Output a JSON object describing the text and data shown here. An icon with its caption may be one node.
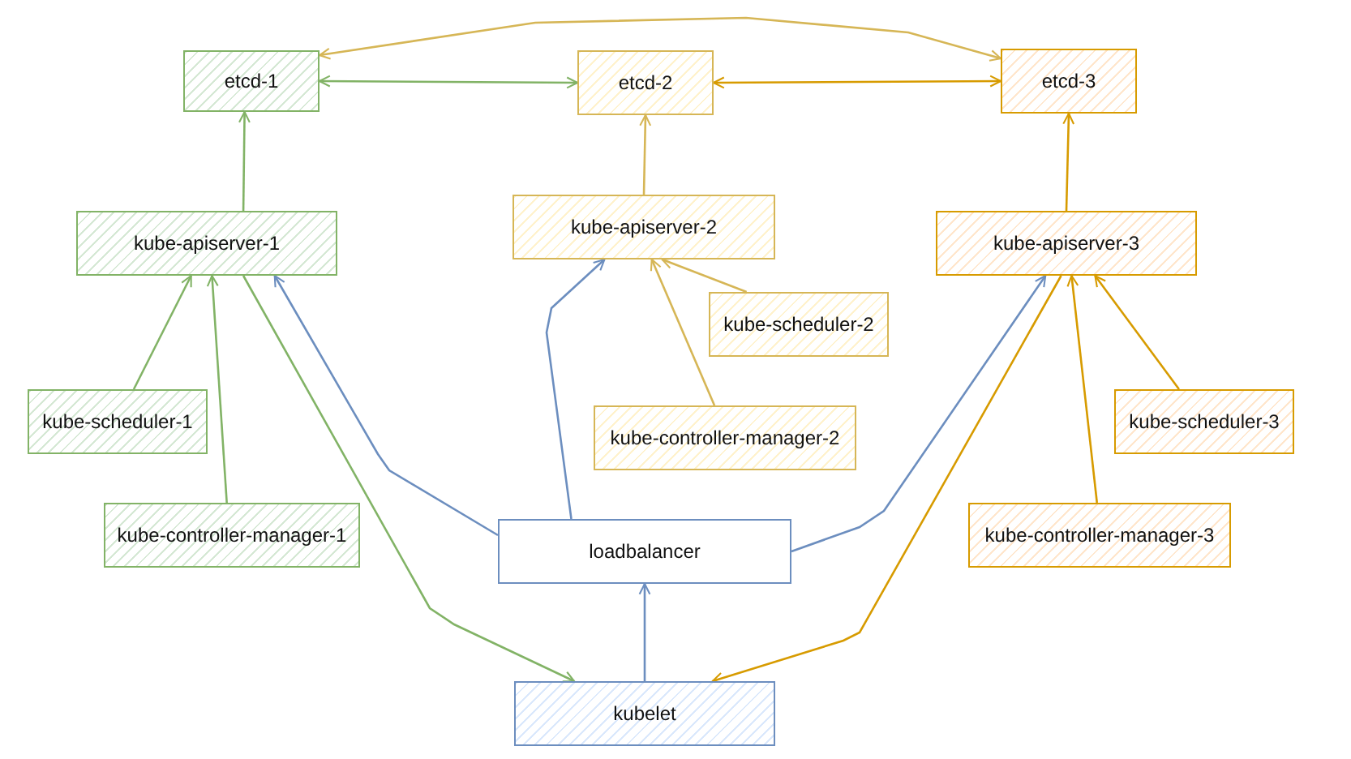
{
  "diagram": {
    "nodes": [
      {
        "text": [
          "etcd-1"
        ]
      },
      {
        "text": [
          "etcd-2"
        ]
      },
      {
        "text": [
          "etcd-3"
        ]
      },
      {
        "text": [
          "kube-apiserver-1"
        ]
      },
      {
        "text": [
          "kube-apiserver-2"
        ]
      },
      {
        "text": [
          "kube-apiserver-3"
        ]
      },
      {
        "text": [
          "kube-scheduler-2"
        ]
      },
      {
        "text": [
          "kube-scheduler-1"
        ]
      },
      {
        "text": [
          "kube-controller-manager-2"
        ]
      },
      {
        "text": [
          "kube-scheduler-3"
        ]
      },
      {
        "text": [
          "kube-controller-manager-1"
        ]
      },
      {
        "text": [
          "loadbalancer"
        ]
      },
      {
        "text": [
          "kube-controller-manager-3"
        ]
      },
      {
        "text": [
          "kubelet"
        ]
      }
    ],
    "edges": [
      {
        "from": 0,
        "to": 1,
        "arrow": "both",
        "color": "#82b366"
      },
      {
        "from": 1,
        "to": 2,
        "arrow": "both",
        "color": "#d79b00"
      },
      {
        "from": 0,
        "to": 2,
        "arrow": "both",
        "color": "#d6b656"
      },
      {
        "from": 3,
        "to": 0,
        "arrow": "to",
        "color": "#82b366"
      },
      {
        "from": 4,
        "to": 1,
        "arrow": "to",
        "color": "#d6b656"
      },
      {
        "from": 5,
        "to": 2,
        "arrow": "to",
        "color": "#d79b00"
      },
      {
        "from": 7,
        "to": 3,
        "arrow": "to",
        "color": "#82b366"
      },
      {
        "from": 10,
        "to": 3,
        "arrow": "to",
        "color": "#82b366"
      },
      {
        "from": 6,
        "to": 4,
        "arrow": "to",
        "color": "#d6b656"
      },
      {
        "from": 8,
        "to": 4,
        "arrow": "to",
        "color": "#d6b656"
      },
      {
        "from": 9,
        "to": 5,
        "arrow": "to",
        "color": "#d79b00"
      },
      {
        "from": 12,
        "to": 5,
        "arrow": "to",
        "color": "#d79b00"
      },
      {
        "from": 11,
        "to": 3,
        "arrow": "to",
        "color": "#6c8ebf"
      },
      {
        "from": 11,
        "to": 4,
        "arrow": "to",
        "color": "#6c8ebf"
      },
      {
        "from": 11,
        "to": 5,
        "arrow": "to",
        "color": "#6c8ebf"
      },
      {
        "from": 3,
        "to": 13,
        "arrow": "to",
        "color": "#82b366"
      },
      {
        "from": 5,
        "to": 13,
        "arrow": "to",
        "color": "#d79b00"
      },
      {
        "from": 13,
        "to": 11,
        "arrow": "to",
        "color": "#6c8ebf"
      }
    ]
  }
}
